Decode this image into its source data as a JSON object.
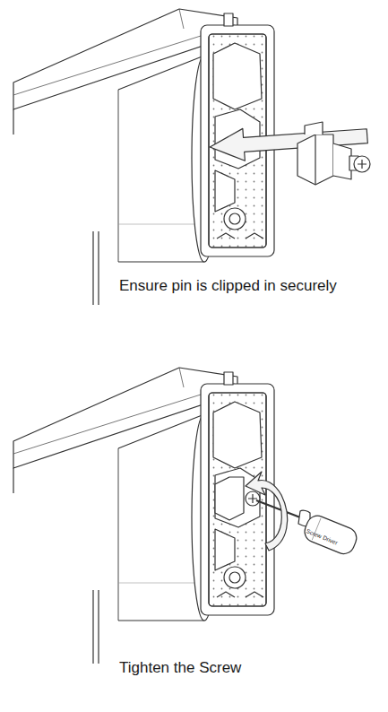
{
  "diagram": {
    "labels": [
      "Ensure pin is clipped in securely",
      "Screw Driver",
      "Tighten the Screw"
    ]
  }
}
